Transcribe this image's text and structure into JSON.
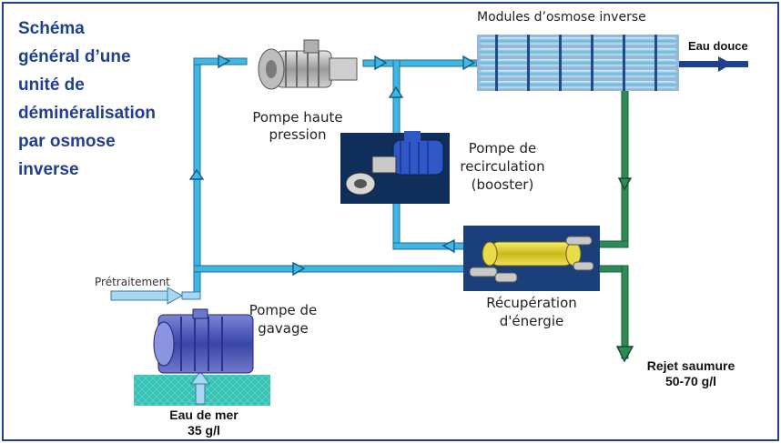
{
  "title_lines": [
    "Schéma",
    "général d’une",
    "unité de",
    "déminéralisation",
    "par osmose",
    "inverse"
  ],
  "labels": {
    "modules": "Modules d’osmose inverse",
    "eau_douce": "Eau douce",
    "pompe_hp": [
      "Pompe haute",
      "pression"
    ],
    "pompe_recirc": [
      "Pompe de",
      "recirculation",
      "(booster)"
    ],
    "pretraitement": "Prétraitement",
    "pompe_gavage": [
      "Pompe de",
      "gavage"
    ],
    "recuperation": [
      "Récupération",
      "d'énergie"
    ],
    "rejet": [
      "Rejet saumure",
      "50-70 g/l"
    ],
    "eau_de_mer": [
      "Eau de mer",
      "35 g/l"
    ]
  },
  "colors": {
    "frame": "#1f3f8f",
    "title": "#1f3f8f",
    "seawater_pipe": "#3fb6e3",
    "brine_pipe": "#2e8b57",
    "freshwater_pipe": "#1f3f8f",
    "sea": "#37c1b4",
    "equipment_bg": "#1a3f7a"
  }
}
